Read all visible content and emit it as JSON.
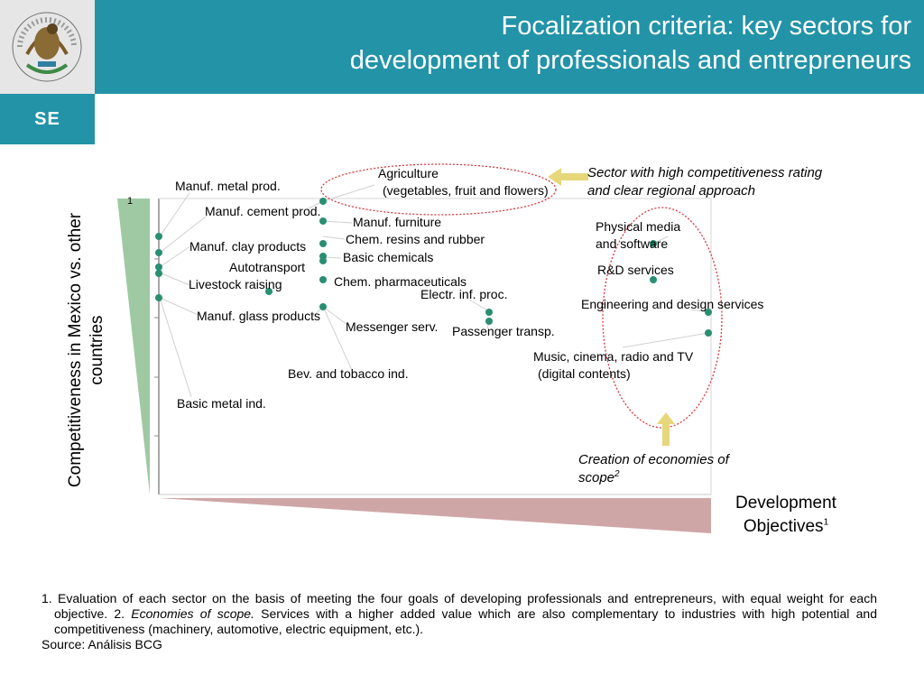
{
  "header": {
    "title_line1": "Focalization criteria: key sectors for",
    "title_line2": "development of professionals and entrepreneurs",
    "logo_alt": "ESTADOS UNIDOS MEXICANOS",
    "se_label": "SE"
  },
  "colors": {
    "header_bg": "#2393a8",
    "logo_bg": "#e6e6e6",
    "dot": "#2a8f72",
    "triangle_green": "#9fc9a3",
    "triangle_pink": "#cfa6a6",
    "ellipse_red": "#d9363e",
    "arrow_yellow": "#e6d77a"
  },
  "chart": {
    "y_axis_label": "Competitiveness in Mexico vs. other countries",
    "y_tick_label": "1",
    "x_axis_label": "Development Objectives",
    "x_axis_sup": "1",
    "labels": {
      "manuf_metal": "Manuf. metal prod.",
      "agriculture": "Agriculture",
      "agriculture_sub": "(vegetables, fruit and flowers)",
      "manuf_cement": "Manuf. cement prod.",
      "manuf_furniture": "Manuf. furniture",
      "chem_resins": "Chem. resins and rubber",
      "manuf_clay": "Manuf. clay products",
      "basic_chem": "Basic chemicals",
      "autotransport": "Autotransport",
      "livestock": "Livestock raising",
      "chem_pharma": "Chem. pharmaceuticals",
      "electr_inf": "Electr. inf. proc.",
      "manuf_glass": "Manuf. glass products",
      "messenger": "Messenger serv.",
      "passenger": "Passenger transp.",
      "bev_tobacco": "Bev. and tobacco ind.",
      "basic_metal": "Basic metal ind.",
      "physical_media": "Physical media",
      "physical_media2": "and software",
      "rd_services": "R&D services",
      "engineering": "Engineering and design services",
      "music": "Music, cinema, radio and TV",
      "music_sub": "(digital contents)"
    },
    "note_top": "Sector with high competitiveness rating",
    "note_top2": "and clear regional approach",
    "note_bottom": "Creation of economies of",
    "note_bottom2": "scope",
    "note_bottom_sup": "2"
  },
  "footnote": {
    "line1_a": "1. Evaluation of each sector on the basis of meeting the four goals of developing professionals and entrepreneurs, with equal weight for each objective. 2. ",
    "line1_em": "Economies of scope.",
    "line1_b": " Services with a higher added value which are also complementary to industries with high potential and competitiveness (machinery, automotive, electric equipment, etc.).",
    "source": "Source: Análisis BCG"
  }
}
